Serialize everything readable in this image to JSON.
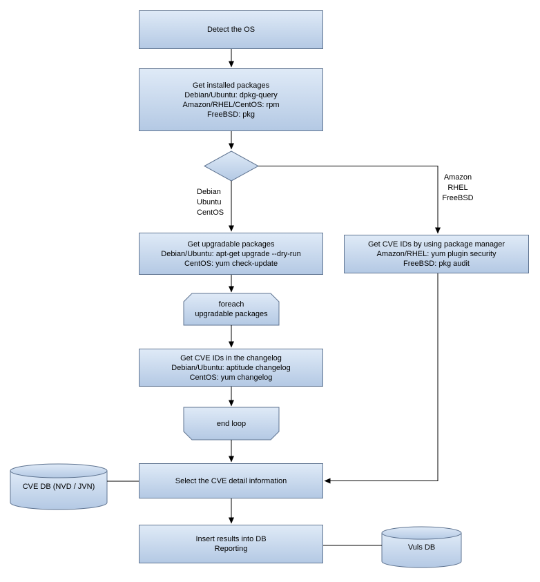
{
  "colors": {
    "node_fill_top": "#dfeaf7",
    "node_fill_bottom": "#b4c9e4",
    "node_border": "#5e7390",
    "connector": "#000000"
  },
  "nodes": {
    "detect_os": {
      "lines": [
        "Detect the OS"
      ]
    },
    "get_installed_packages": {
      "lines": [
        "Get installed packages",
        "Debian/Ubuntu: dpkg-query",
        "Amazon/RHEL/CentOS: rpm",
        "FreeBSD: pkg"
      ]
    },
    "get_upgradable_packages": {
      "lines": [
        "Get upgradable packages",
        "Debian/Ubuntu: apt-get upgrade --dry-run",
        "CentOS: yum check-update"
      ]
    },
    "get_cve_ids_package_manager": {
      "lines": [
        "Get CVE IDs by using package manager",
        "Amazon/RHEL: yum plugin security",
        "FreeBSD: pkg audit"
      ]
    },
    "foreach_loop_begin": {
      "lines": [
        "foreach",
        "upgradable packages"
      ]
    },
    "get_cve_ids_changelog": {
      "lines": [
        "Get CVE IDs in the changelog",
        "Debian/Ubuntu: aptitude changelog",
        "CentOS: yum changelog"
      ]
    },
    "end_loop": {
      "lines": [
        "end loop"
      ]
    },
    "select_cve_detail": {
      "lines": [
        "Select the CVE detail information"
      ]
    },
    "cve_db": {
      "lines": [
        "CVE DB (NVD / JVN)"
      ]
    },
    "insert_results": {
      "lines": [
        "Insert results into DB",
        "Reporting"
      ]
    },
    "vuls_db": {
      "lines": [
        "Vuls DB"
      ]
    }
  },
  "edge_labels": {
    "left_branch": {
      "lines": [
        "Debian",
        "Ubuntu",
        "CentOS"
      ]
    },
    "right_branch": {
      "lines": [
        "Amazon",
        "RHEL",
        "FreeBSD"
      ]
    }
  }
}
